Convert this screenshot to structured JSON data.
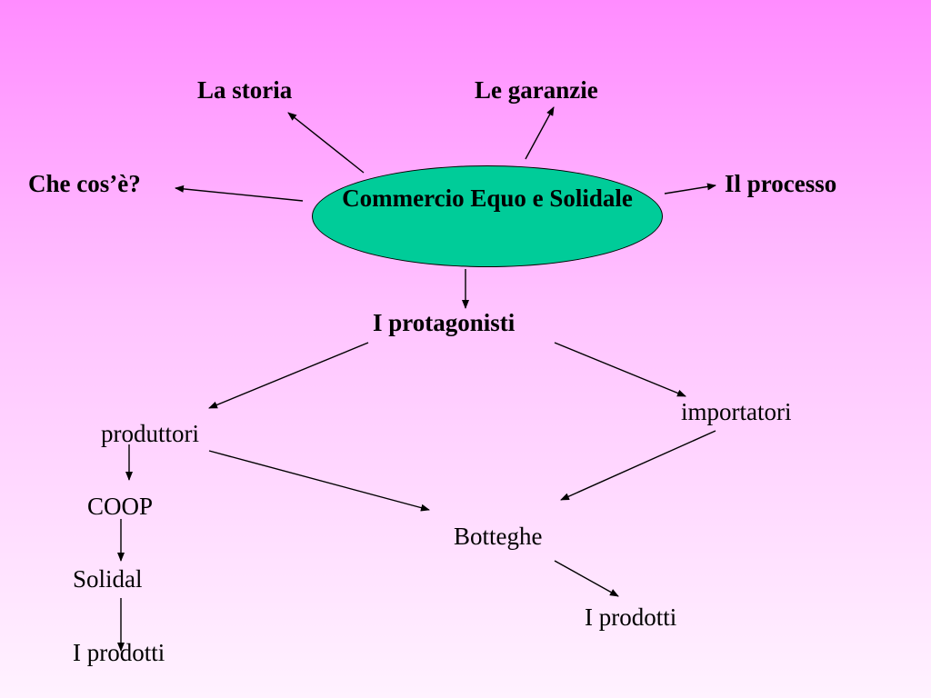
{
  "center": {
    "text": "Commercio Equo e Solidale",
    "color": "#00cc99"
  },
  "topics": {
    "la_storia": "La storia",
    "le_garanzie": "Le garanzie",
    "che_cose": "Che cos’è?",
    "il_processo": "Il processo",
    "i_protagonisti": "I protagonisti"
  },
  "protagonisti": {
    "produttori": "produttori",
    "importatori": "importatori",
    "coop": "COOP",
    "solidal": "Solidal",
    "i_prodotti_left": "I prodotti",
    "botteghe": "Botteghe",
    "i_prodotti_right": "I prodotti"
  },
  "background": {
    "top": "#ff8cff",
    "bottom": "#fff2ff"
  }
}
